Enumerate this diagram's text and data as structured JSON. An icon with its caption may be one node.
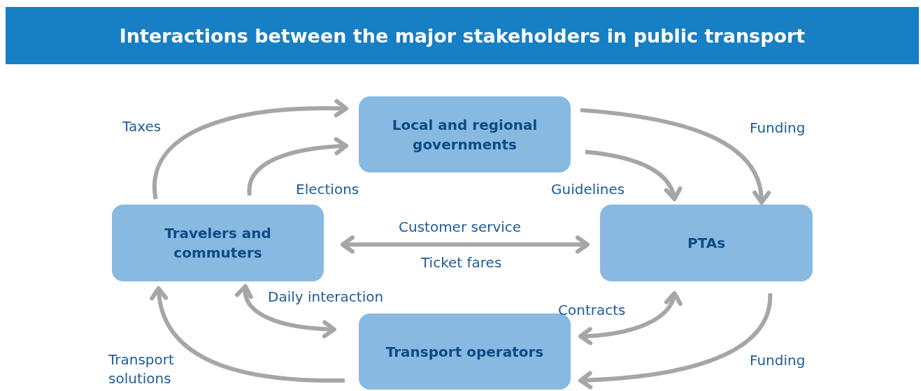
{
  "diagram": {
    "title": "Interactions between the major stakeholders in public transport",
    "nodes": [
      {
        "text": [
          "Local and regional governments"
        ]
      },
      {
        "text": [
          "Travelers and commuters"
        ]
      },
      {
        "text": [
          "PTAs"
        ]
      },
      {
        "text": [
          "Transport operators"
        ]
      }
    ],
    "edges": [
      {
        "from": 1,
        "to": 0,
        "arrow": "to",
        "label": "Taxes"
      },
      {
        "from": 1,
        "to": 0,
        "arrow": "to",
        "label": "Elections"
      },
      {
        "from": 0,
        "to": 2,
        "arrow": "to",
        "label": "Funding"
      },
      {
        "from": 0,
        "to": 2,
        "arrow": "to",
        "label": "Guidelines"
      },
      {
        "from": 1,
        "to": 2,
        "arrow": "both",
        "label": "Customer service"
      },
      {
        "from": 1,
        "to": 3,
        "arrow": "both",
        "label": "Daily interaction"
      },
      {
        "from": 3,
        "to": 2,
        "arrow": "both",
        "label": "Contracts"
      },
      {
        "from": 2,
        "to": 3,
        "arrow": "to",
        "label": "Funding"
      },
      {
        "from": 3,
        "to": 1,
        "arrow": "to",
        "label": "Transport solutions"
      }
    ],
    "labels": [
      "Ticket fares"
    ]
  }
}
